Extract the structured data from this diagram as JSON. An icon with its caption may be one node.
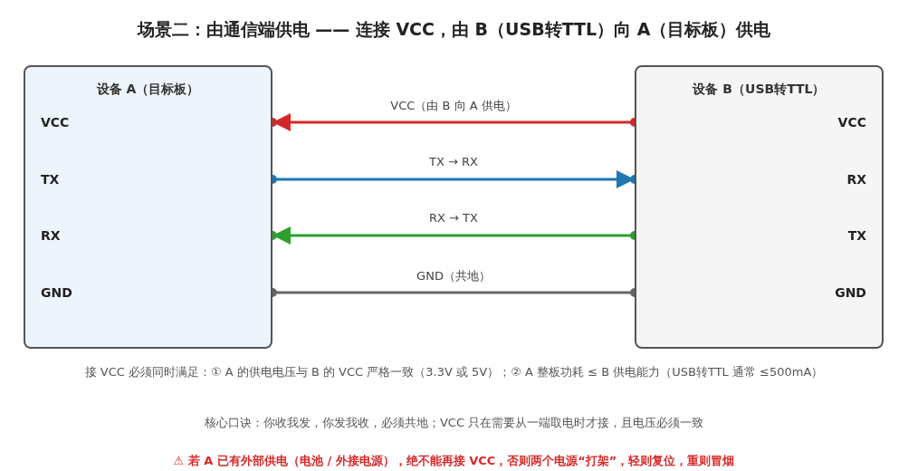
{
  "diagram": {
    "title": "场景二：由通信端供电 —— 连接 VCC，由 B（USB转TTL）向 A（目标板）供电",
    "nodes": [
      {
        "text": [
          "设备 A（目标板）",
          "VCC",
          "TX",
          "RX",
          "GND"
        ]
      },
      {
        "text": [
          "设备 B（USB转TTL）",
          "VCC",
          "RX",
          "TX",
          "GND"
        ]
      }
    ],
    "edges": [
      {
        "from": 1,
        "to": 0,
        "arrow": "to",
        "label": "VCC（由 B 向 A 供电）",
        "color": "#d62728"
      },
      {
        "from": 0,
        "to": 1,
        "arrow": "to",
        "label": "TX → RX",
        "color": "#1f77b4"
      },
      {
        "from": 1,
        "to": 0,
        "arrow": "to",
        "label": "RX → TX",
        "color": "#2ca02c"
      },
      {
        "from": 0,
        "to": 1,
        "arrow": "other",
        "label": "GND（共地）",
        "color": "#666666"
      }
    ],
    "labels": [
      "接 VCC 必须同时满足：① A 的供电电压与 B 的 VCC 严格一致（3.3V 或 5V）；② A 整板功耗 ≤ B 供电能力（USB转TTL 通常 ≤500mA）",
      "核心口诀：你收我发，你发我收，必须共地；VCC 只在需要从一端取电时才接，且电压必须一致",
      "⚠ 若 A 已有外部供电（电池 / 外接电源），绝不能再接 VCC，否则两个电源“打架”，轻则复位，重则冒烟"
    ]
  }
}
